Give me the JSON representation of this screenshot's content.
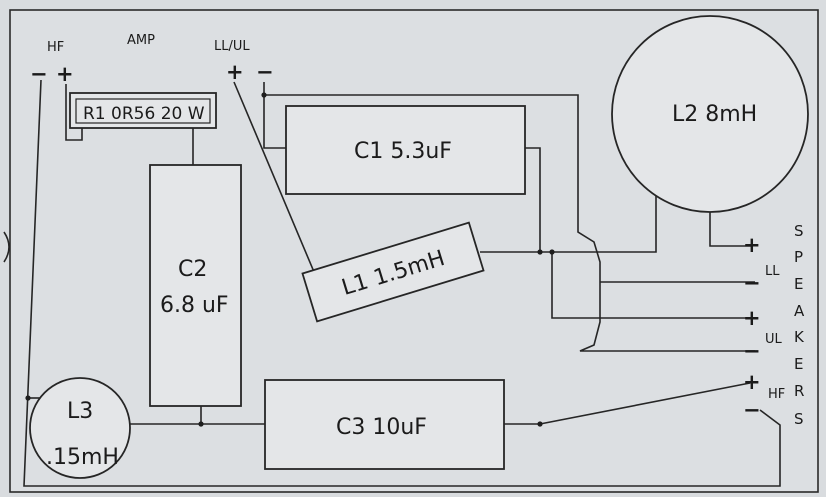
{
  "header": {
    "hf": "HF",
    "amp": "AMP",
    "llul": "LL/UL"
  },
  "input_terminals": {
    "hf_minus": "−",
    "hf_plus": "+",
    "llul_plus": "+",
    "llul_minus": "−"
  },
  "components": {
    "r1": "R1 0R56 20 W",
    "c1": "C1  5.3uF",
    "c2_name": "C2",
    "c2_value": "6.8 uF",
    "l1": "L1  1.5mH",
    "l2": "L2  8mH",
    "l3_name": "L3",
    "l3_value": ".15mH",
    "c3": "C3  10uF"
  },
  "outputs": {
    "ll_plus": "+",
    "ll_label": "LL",
    "ll_minus": "−",
    "ul_plus": "+",
    "ul_label": "UL",
    "ul_minus": "−",
    "hf_plus": "+",
    "hf_label": "HF",
    "hf_minus": "−"
  },
  "speakers_letters": [
    "S",
    "P",
    "E",
    "A",
    "K",
    "E",
    "R",
    "S"
  ]
}
